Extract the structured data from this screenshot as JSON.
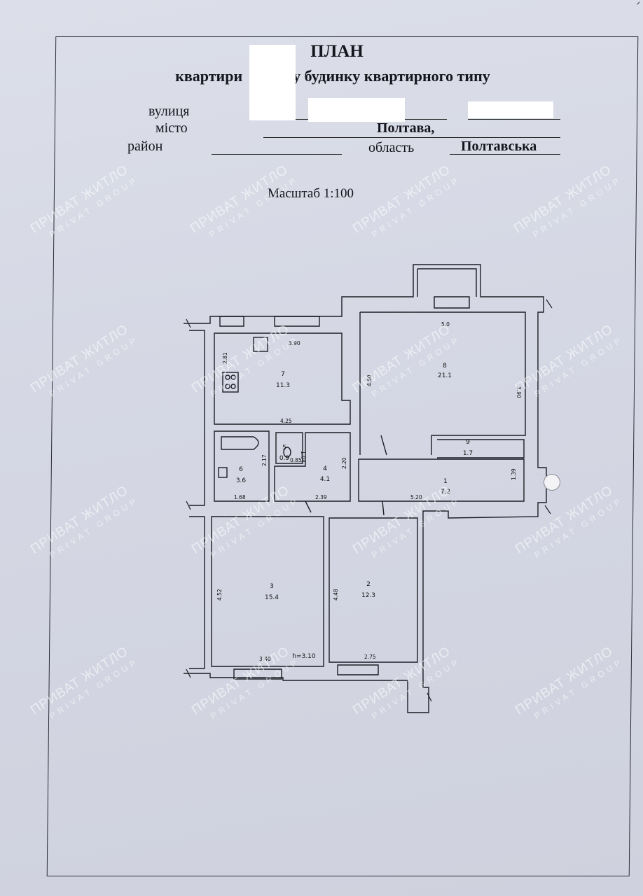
{
  "header": {
    "title": "ПЛАН",
    "subtitle_left": "квартири",
    "subtitle_right": "у будинку квартирного типу"
  },
  "address": {
    "street_label": "вулиця",
    "city_label": "місто",
    "city_value": "Полтава,",
    "district_label": "район",
    "region_label": "область",
    "region_value": "Полтавська"
  },
  "scale": "Масштаб 1:100",
  "ceiling_height": "h=3.10",
  "rooms": [
    {
      "number": "1",
      "area": "7.2"
    },
    {
      "number": "2",
      "area": "12.3"
    },
    {
      "number": "3",
      "area": "15.4"
    },
    {
      "number": "4",
      "area": "4.1"
    },
    {
      "number": "5",
      "area": "0.9"
    },
    {
      "number": "6",
      "area": "3.6"
    },
    {
      "number": "7",
      "area": "11.3"
    },
    {
      "number": "8",
      "area": "21.1"
    },
    {
      "number": "9",
      "area": "1.7"
    }
  ],
  "dimensions": {
    "d390_top": "3.90",
    "d281": "2.81",
    "d425": "4.25",
    "d450": "4.50",
    "d50": "5.0",
    "d390_right": "3.90",
    "d104": "1.04",
    "d085": "0.85",
    "d217": "2.17",
    "d168": "1.68",
    "d239": "2.39",
    "d220": "2.20",
    "d520": "5.20",
    "d139": "1.39",
    "d452": "4.52",
    "d340": "3.40",
    "d448": "4.48",
    "d275": "2.75"
  },
  "watermark": {
    "line1": "ПРИВАТ ЖИТЛО",
    "line2": "PRIVAT GROUP"
  },
  "corner_mark": "ᐟ"
}
